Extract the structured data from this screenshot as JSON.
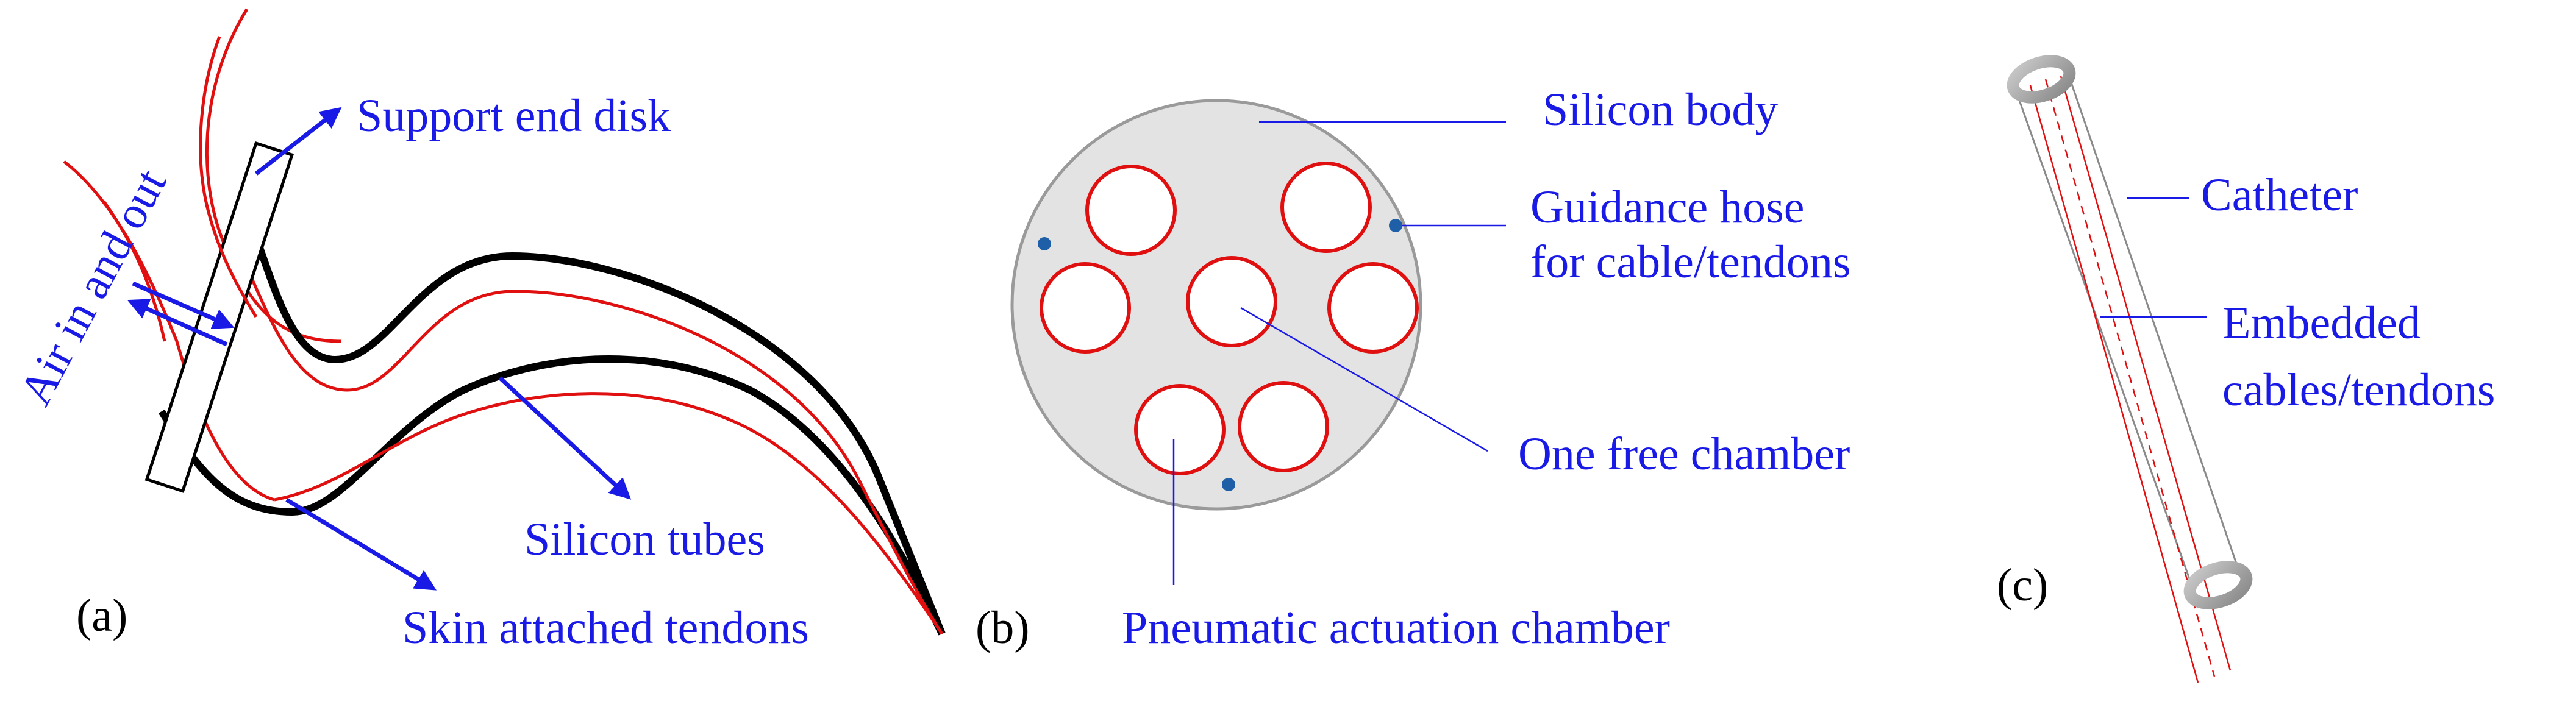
{
  "panels": {
    "a": {
      "tag": "(a)",
      "labels": {
        "support_end_disk": "Support end disk",
        "air_in_out": "Air in and out",
        "silicon_tubes": "Silicon tubes",
        "skin_attached_tendons": "Skin attached tendons"
      }
    },
    "b": {
      "tag": "(b)",
      "labels": {
        "silicon_body": "Silicon body",
        "guidance_hose_line1": "Guidance hose",
        "guidance_hose_line2": "for cable/tendons",
        "one_free_chamber": "One free chamber",
        "pneumatic_chamber": "Pneumatic actuation chamber"
      }
    },
    "c": {
      "tag": "(c)",
      "labels": {
        "catheter": "Catheter",
        "embedded_line1": "Embedded",
        "embedded_line2": "cables/tendons"
      }
    }
  },
  "colors": {
    "label_blue": "#1a1ae6",
    "arrow_blue": "#1a1ae6",
    "tendon_red": "#e01010",
    "body_gray": "#e3e3e3",
    "body_outline": "#9a9a9a",
    "hose_blue": "#1f5fa8"
  }
}
